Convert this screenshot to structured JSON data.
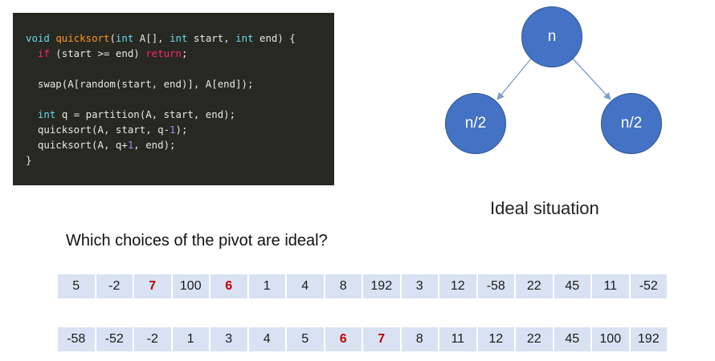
{
  "code": {
    "lines": [
      [
        {
          "t": "void",
          "c": "kw"
        },
        {
          "t": " ",
          "c": "txt"
        },
        {
          "t": "quicksort",
          "c": "fn"
        },
        {
          "t": "(",
          "c": "txt"
        },
        {
          "t": "int",
          "c": "kw"
        },
        {
          "t": " A[], ",
          "c": "txt"
        },
        {
          "t": "int",
          "c": "kw"
        },
        {
          "t": " start, ",
          "c": "txt"
        },
        {
          "t": "int",
          "c": "kw"
        },
        {
          "t": " end) {",
          "c": "txt"
        }
      ],
      [
        {
          "t": "  ",
          "c": "txt"
        },
        {
          "t": "if",
          "c": "ctl"
        },
        {
          "t": " (start >= end) ",
          "c": "txt"
        },
        {
          "t": "return",
          "c": "ctl"
        },
        {
          "t": ";",
          "c": "txt"
        }
      ],
      [],
      [
        {
          "t": "  swap(A[random(start, end)], A[end]);",
          "c": "txt"
        }
      ],
      [],
      [
        {
          "t": "  ",
          "c": "txt"
        },
        {
          "t": "int",
          "c": "kw"
        },
        {
          "t": " q = partition(A, start, end);",
          "c": "txt"
        }
      ],
      [
        {
          "t": "  quicksort(A, start, q-",
          "c": "txt"
        },
        {
          "t": "1",
          "c": "num"
        },
        {
          "t": ");",
          "c": "txt"
        }
      ],
      [
        {
          "t": "  quicksort(A, q+",
          "c": "txt"
        },
        {
          "t": "1",
          "c": "num"
        },
        {
          "t": ", end);",
          "c": "txt"
        }
      ],
      [
        {
          "t": "}",
          "c": "txt"
        }
      ]
    ]
  },
  "tree": {
    "root_label": "n",
    "left_label": "n/2",
    "right_label": "n/2",
    "caption": "Ideal situation"
  },
  "question": "Which choices of the pivot are ideal?",
  "arrays": {
    "unsorted": [
      {
        "v": "5",
        "hl": false
      },
      {
        "v": "-2",
        "hl": false
      },
      {
        "v": "7",
        "hl": true
      },
      {
        "v": "100",
        "hl": false
      },
      {
        "v": "6",
        "hl": true
      },
      {
        "v": "1",
        "hl": false
      },
      {
        "v": "4",
        "hl": false
      },
      {
        "v": "8",
        "hl": false
      },
      {
        "v": "192",
        "hl": false
      },
      {
        "v": "3",
        "hl": false
      },
      {
        "v": "12",
        "hl": false
      },
      {
        "v": "-58",
        "hl": false
      },
      {
        "v": "22",
        "hl": false
      },
      {
        "v": "45",
        "hl": false
      },
      {
        "v": "11",
        "hl": false
      },
      {
        "v": "-52",
        "hl": false
      }
    ],
    "sorted": [
      {
        "v": "-58",
        "hl": false
      },
      {
        "v": "-52",
        "hl": false
      },
      {
        "v": "-2",
        "hl": false
      },
      {
        "v": "1",
        "hl": false
      },
      {
        "v": "3",
        "hl": false
      },
      {
        "v": "4",
        "hl": false
      },
      {
        "v": "5",
        "hl": false
      },
      {
        "v": "6",
        "hl": true
      },
      {
        "v": "7",
        "hl": true
      },
      {
        "v": "8",
        "hl": false
      },
      {
        "v": "11",
        "hl": false
      },
      {
        "v": "12",
        "hl": false
      },
      {
        "v": "22",
        "hl": false
      },
      {
        "v": "45",
        "hl": false
      },
      {
        "v": "100",
        "hl": false
      },
      {
        "v": "192",
        "hl": false
      }
    ]
  },
  "colors": {
    "code_bg": "#272822",
    "node_fill": "#4472c4",
    "cell_bg": "#d9e2f3",
    "highlight": "#c00000"
  }
}
